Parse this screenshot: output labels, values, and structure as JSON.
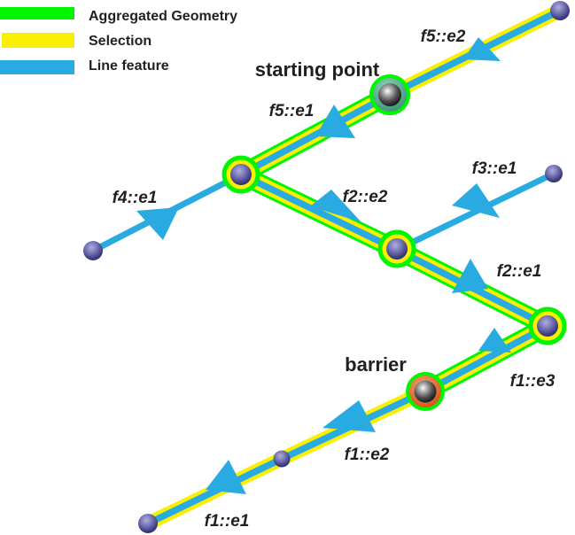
{
  "legend": {
    "items": [
      {
        "id": "aggregated",
        "label": "Aggregated Geometry",
        "color": "#00F500"
      },
      {
        "id": "selection",
        "label": "Selection",
        "color": "#FAEF00"
      },
      {
        "id": "line",
        "label": "Line feature",
        "color": "#29ABE2"
      }
    ]
  },
  "annotations": {
    "starting_point": "starting point",
    "barrier": "barrier"
  },
  "edge_labels": [
    {
      "id": "f5e2",
      "label": "f5::e2"
    },
    {
      "id": "f5e1",
      "label": "f5::e1"
    },
    {
      "id": "f4e1",
      "label": "f4::e1"
    },
    {
      "id": "f3e1",
      "label": "f3::e1"
    },
    {
      "id": "f2e2",
      "label": "f2::e2"
    },
    {
      "id": "f2e1",
      "label": "f2::e1"
    },
    {
      "id": "f1e3",
      "label": "f1::e3"
    },
    {
      "id": "f1e2",
      "label": "f1::e2"
    },
    {
      "id": "f1e1",
      "label": "f1::e1"
    }
  ],
  "colors": {
    "aggregated_green": "#00F500",
    "selection_yellow": "#FAEF00",
    "line_blue": "#29ABE2",
    "node_purple_dark": "#2A2A5A",
    "barrier_orange": "#E0713A",
    "starting_point_teal": "#55AB8B",
    "text": "#231F20",
    "background": "#FFFFFF"
  }
}
